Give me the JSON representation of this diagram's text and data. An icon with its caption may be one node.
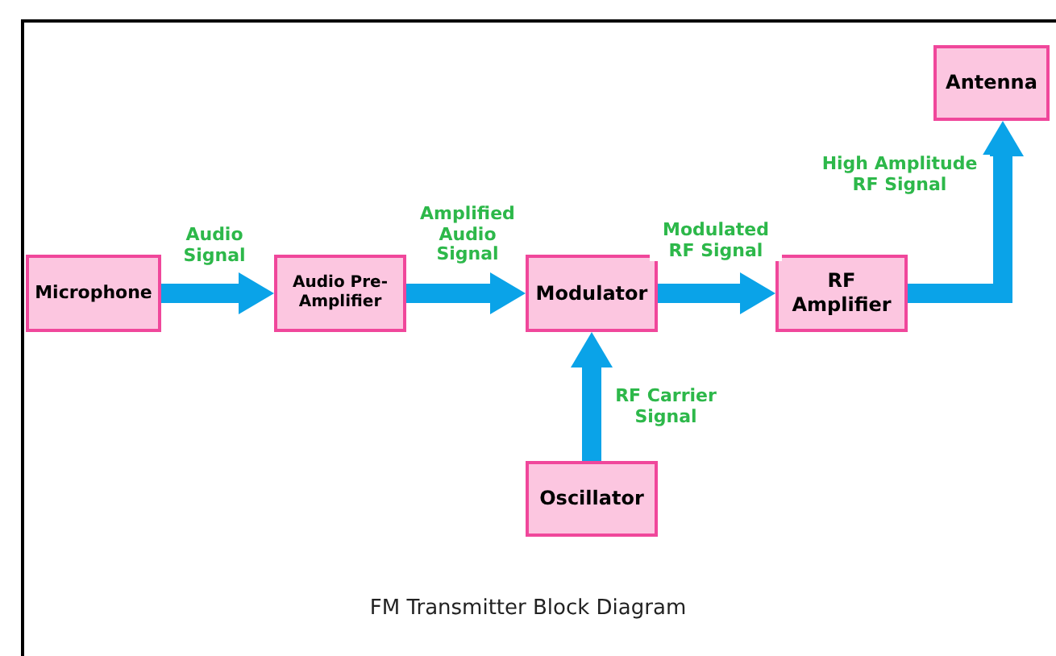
{
  "diagram": {
    "caption": "FM Transmitter Block Diagram",
    "nodes": [
      {
        "text": [
          "Microphone"
        ]
      },
      {
        "text": [
          "Audio Pre-Amplifier"
        ]
      },
      {
        "text": [
          "Modulator"
        ]
      },
      {
        "text": [
          "RF Amplifier"
        ]
      },
      {
        "text": [
          "Oscillator"
        ]
      },
      {
        "text": [
          "Antenna"
        ]
      }
    ],
    "edges": [
      {
        "from": 0,
        "to": 1,
        "arrow": "to",
        "label": "Audio Signal"
      },
      {
        "from": 1,
        "to": 2,
        "arrow": "to",
        "label": "Amplified Audio Signal"
      },
      {
        "from": 2,
        "to": 3,
        "arrow": "to",
        "label": "Modulated RF Signal"
      },
      {
        "from": 4,
        "to": 2,
        "arrow": "to",
        "label": "RF Carrier Signal"
      },
      {
        "from": 3,
        "to": 5,
        "arrow": "to",
        "label": "High Amplitude RF Signal"
      }
    ]
  }
}
